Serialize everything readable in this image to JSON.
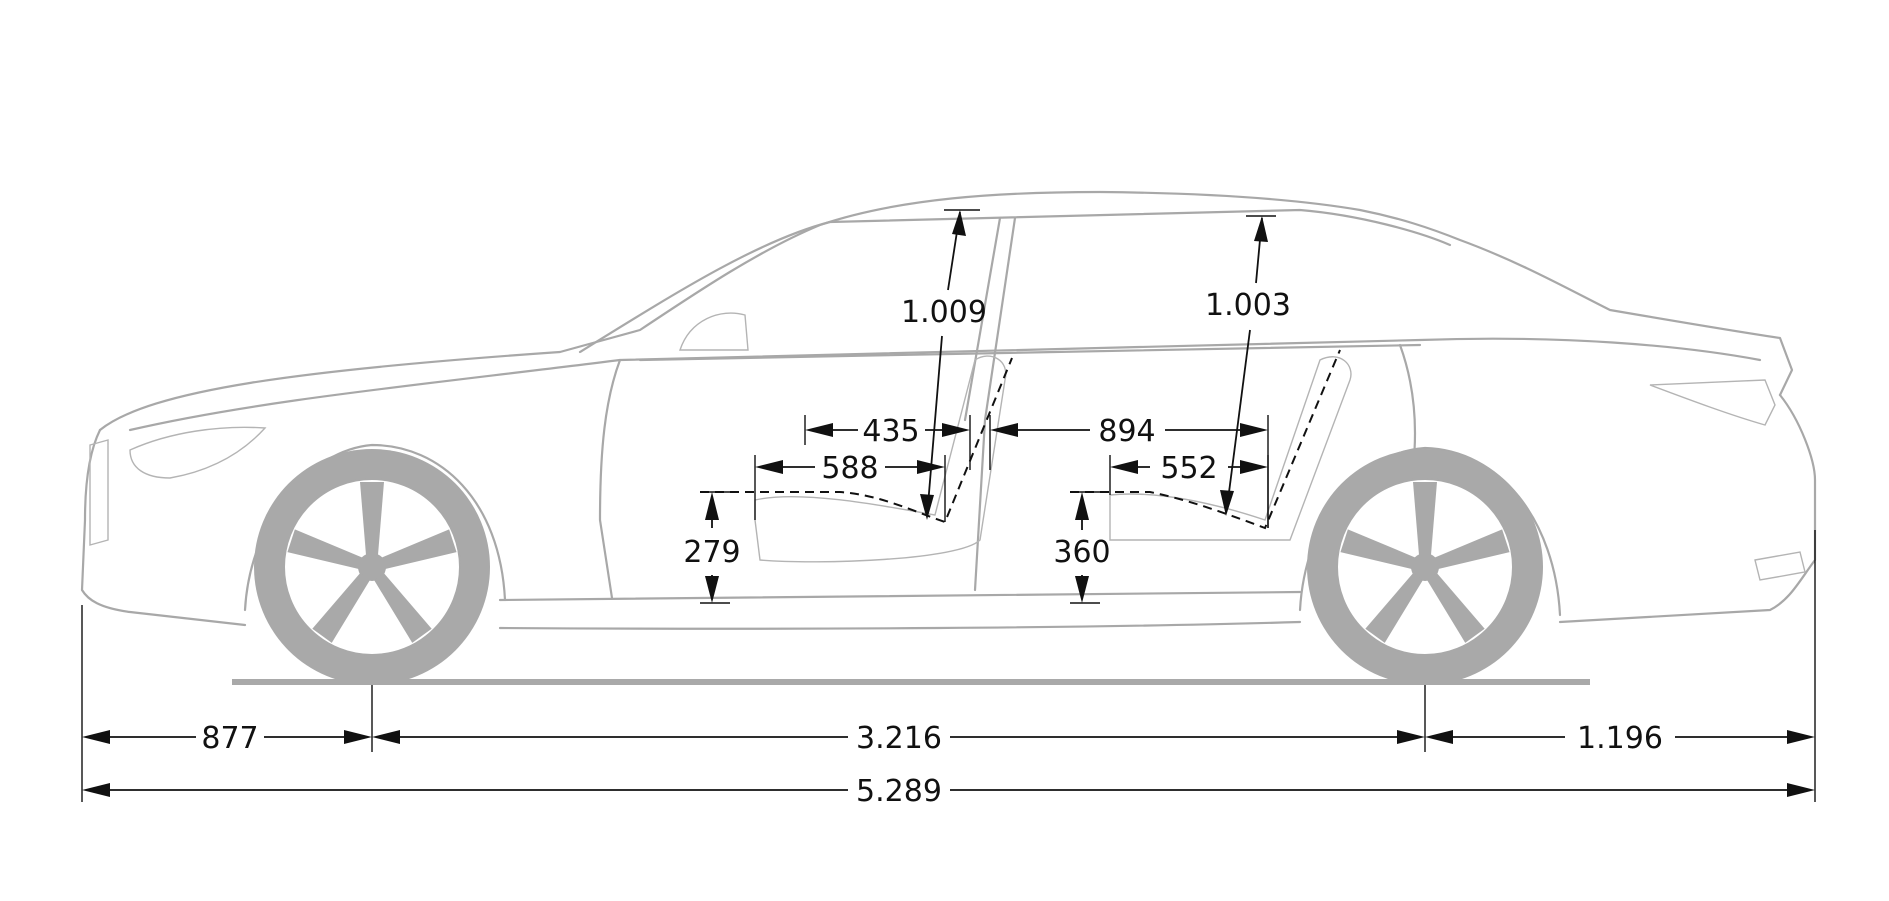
{
  "diagram": {
    "type": "vehicle-side-dimension-drawing",
    "units": "mm",
    "colors": {
      "outline": "#a8a8a8",
      "wheel": "#a9a9a9",
      "dimension": "#111111",
      "background": "#ffffff"
    },
    "dimensions": {
      "front_overhang": "877",
      "wheelbase": "3.216",
      "rear_overhang": "1.196",
      "overall_length": "5.289",
      "front_headroom": "1.009",
      "rear_headroom": "1.003",
      "front_seat_height": "279",
      "rear_seat_height": "360",
      "front_legroom_a": "435",
      "front_seat_depth": "588",
      "rear_legroom": "894",
      "rear_seat_depth": "552"
    }
  }
}
